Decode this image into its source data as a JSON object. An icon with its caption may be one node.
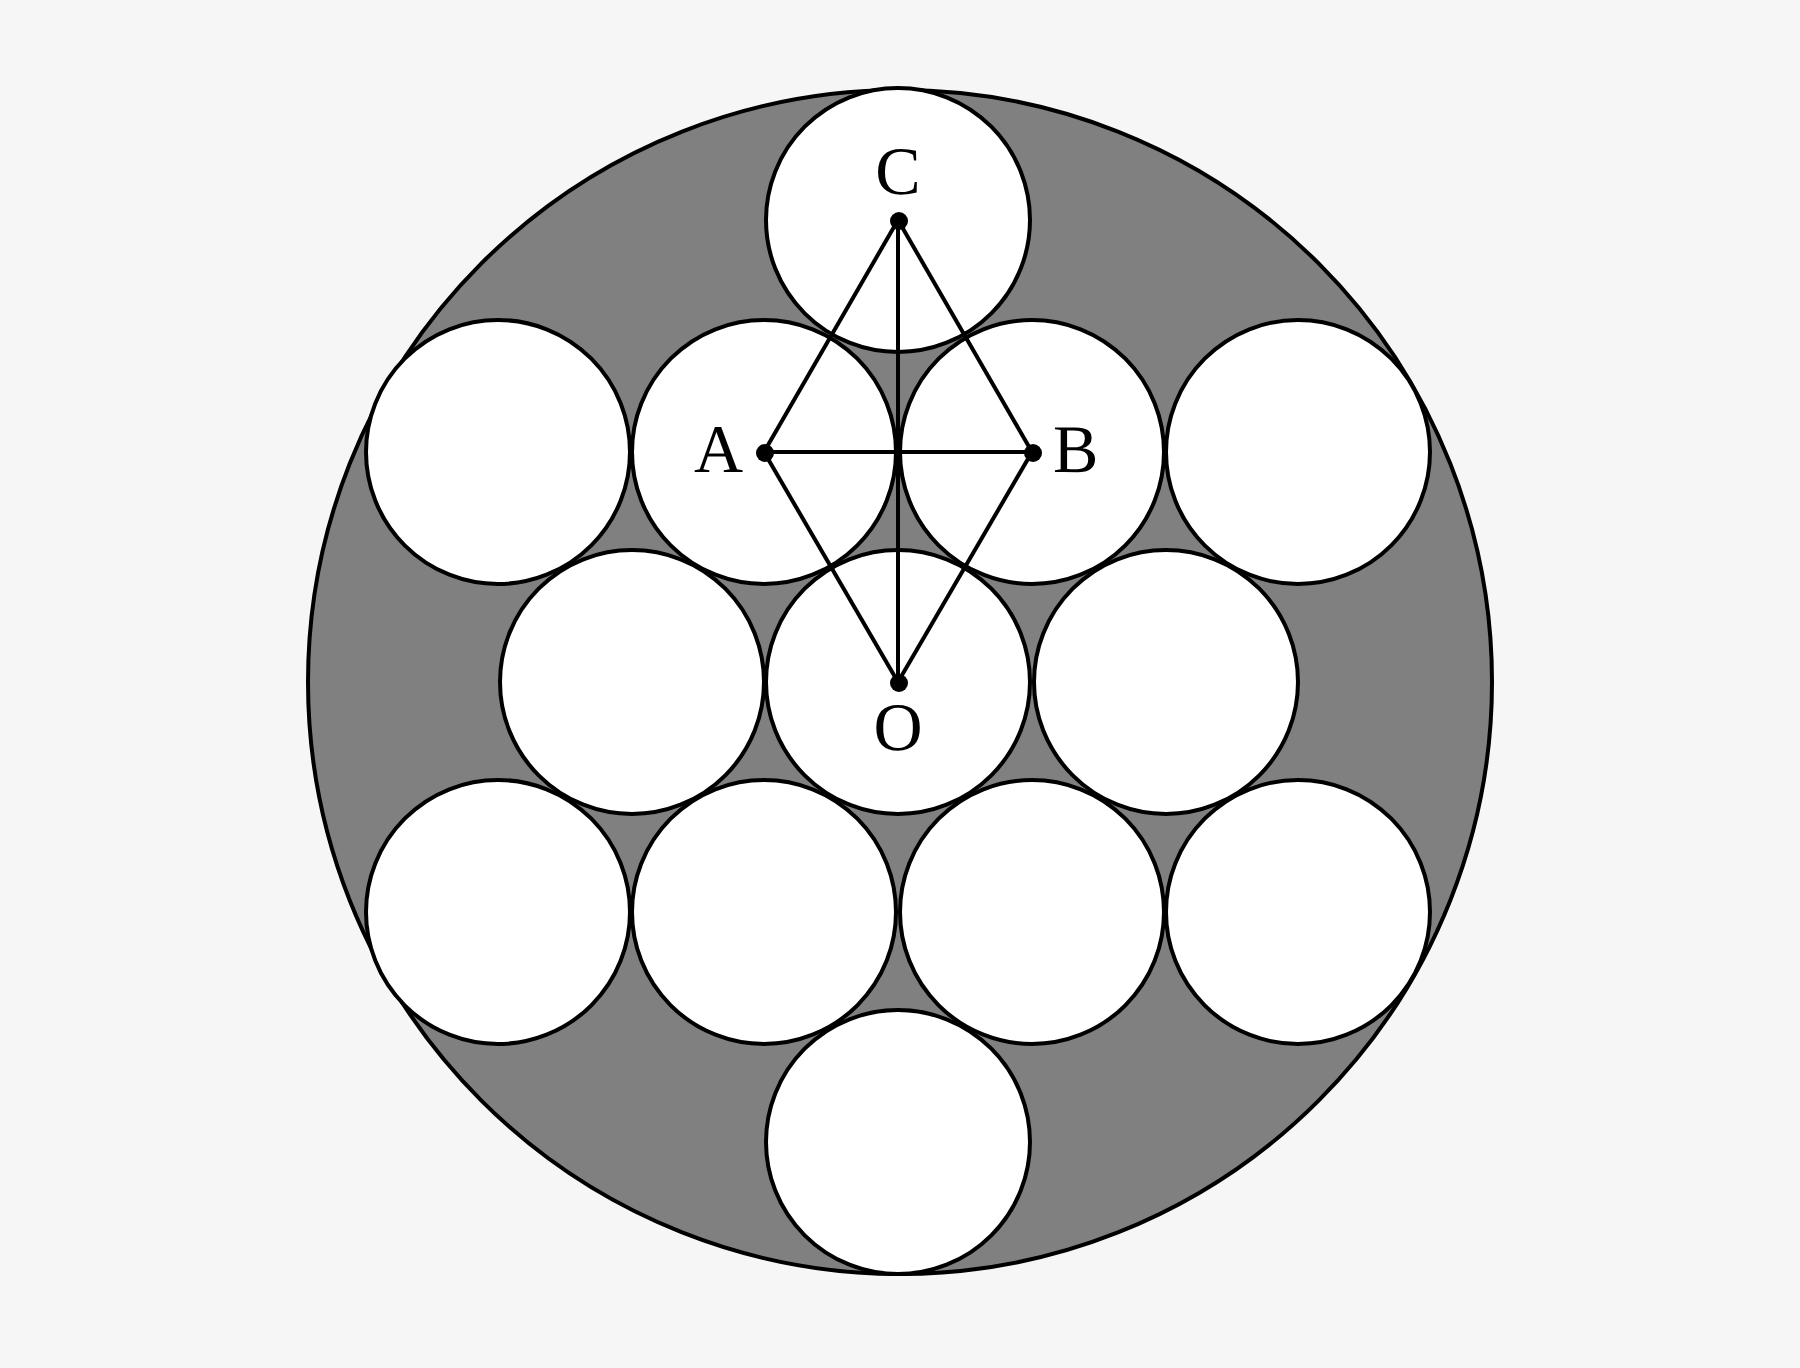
{
  "diagram": {
    "nodes": [
      {
        "text": [
          "C"
        ]
      },
      {
        "text": [
          "A"
        ]
      },
      {
        "text": [
          "B"
        ]
      },
      {
        "text": [
          "O"
        ]
      }
    ],
    "edges": [
      {
        "from": 0,
        "to": 1,
        "arrow": "none"
      },
      {
        "from": 0,
        "to": 2,
        "arrow": "none"
      },
      {
        "from": 0,
        "to": 3,
        "arrow": "none"
      },
      {
        "from": 1,
        "to": 2,
        "arrow": "none"
      },
      {
        "from": 1,
        "to": 3,
        "arrow": "none"
      },
      {
        "from": 2,
        "to": 3,
        "arrow": "none"
      }
    ]
  }
}
